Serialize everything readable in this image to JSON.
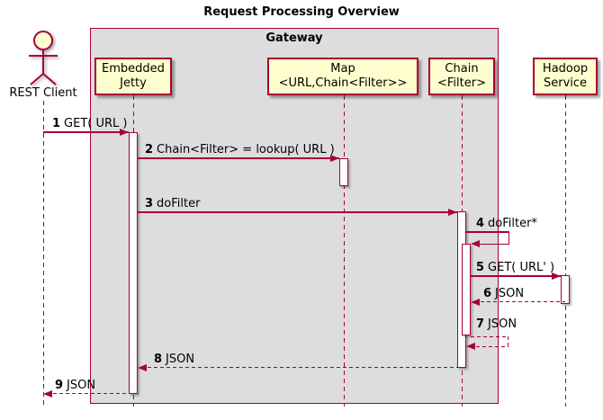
{
  "title": "Request Processing Overview",
  "frame": {
    "label": "Gateway"
  },
  "actor": {
    "label": "REST Client"
  },
  "participants": [
    {
      "id": "embedded-jetty",
      "line1": "Embedded",
      "line2": "Jetty"
    },
    {
      "id": "map",
      "line1": "Map",
      "line2": "<URL,Chain<Filter>>"
    },
    {
      "id": "chain",
      "line1": "Chain",
      "line2": "<Filter>"
    },
    {
      "id": "hadoop-service",
      "line1": "Hadoop",
      "line2": "Service"
    }
  ],
  "messages": [
    {
      "num": "1",
      "text": "GET( URL )",
      "kind": "solid",
      "from": "REST Client",
      "to": "Embedded Jetty"
    },
    {
      "num": "2",
      "text": "Chain<Filter> = lookup( URL )",
      "kind": "solid",
      "from": "Embedded Jetty",
      "to": "Map"
    },
    {
      "num": "3",
      "text": "doFilter",
      "kind": "solid",
      "from": "Embedded Jetty",
      "to": "Chain"
    },
    {
      "num": "4",
      "text": "doFilter*",
      "kind": "solid-self",
      "from": "Chain",
      "to": "Chain"
    },
    {
      "num": "5",
      "text": "GET( URL' )",
      "kind": "solid",
      "from": "Chain",
      "to": "Hadoop Service"
    },
    {
      "num": "6",
      "text": "JSON",
      "kind": "dashed-return",
      "from": "Hadoop Service",
      "to": "Chain"
    },
    {
      "num": "7",
      "text": "JSON",
      "kind": "dashed-self-return",
      "from": "Chain",
      "to": "Chain"
    },
    {
      "num": "8",
      "text": "JSON",
      "kind": "dashed-return",
      "from": "Chain",
      "to": "Embedded Jetty"
    },
    {
      "num": "9",
      "text": "JSON",
      "kind": "dashed-return",
      "from": "Embedded Jetty",
      "to": "REST Client"
    }
  ],
  "colors": {
    "accent": "#A80036",
    "participant_fill": "#FEFECE",
    "frame_fill": "#DDDDDD",
    "background": "#FFFFFF",
    "text": "#000000"
  }
}
